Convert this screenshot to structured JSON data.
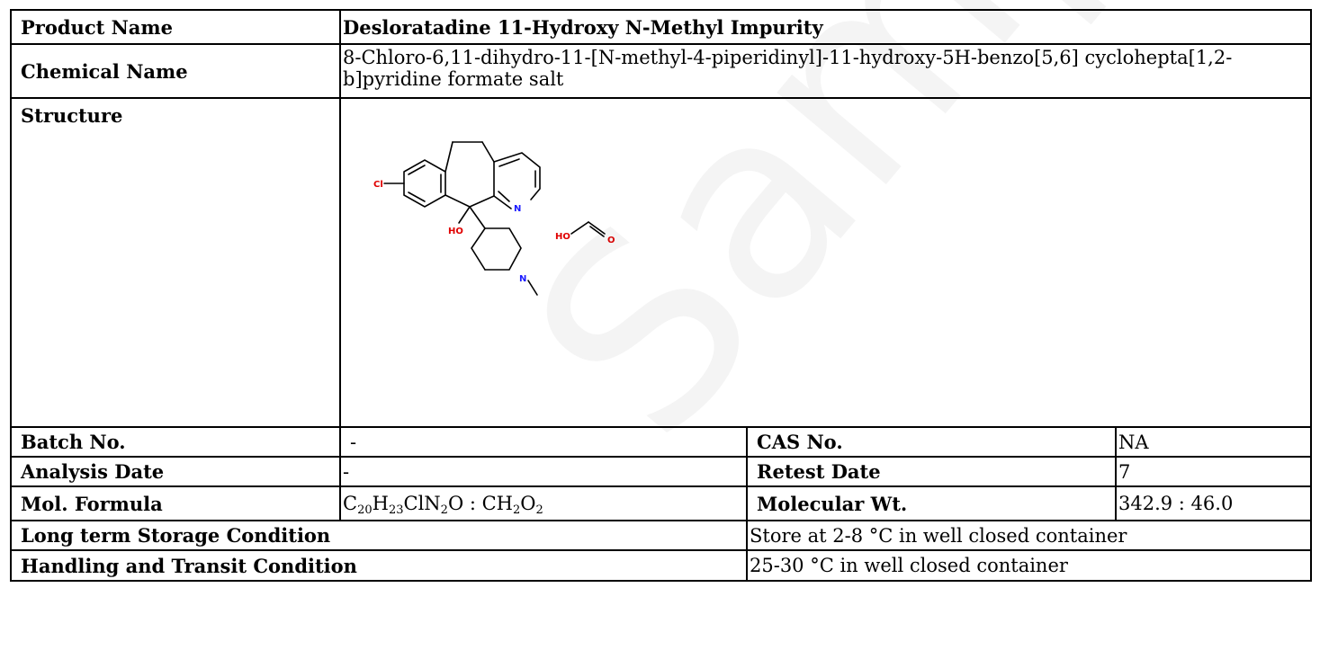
{
  "product": {
    "name_label": "Product Name",
    "name_value": "Desloratadine 11-Hydroxy N-Methyl Impurity",
    "chemical_label": "Chemical Name",
    "chemical_value": "8-Chloro-6,11-dihydro-11-[N-methyl-4-piperidinyl]-11-hydroxy-5H-benzo[5,6] cyclohepta[1,2-b]pyridine formate salt",
    "structure_label": "Structure"
  },
  "structure_atoms": {
    "cl": "Cl",
    "n_pyridine": "N",
    "oh": "HO",
    "n_piperidine": "N",
    "formate_ho": "HO",
    "formate_o": "O"
  },
  "details": {
    "batch_label": "Batch No.",
    "batch_value": "-",
    "cas_label": "CAS No.",
    "cas_value": "NA",
    "analysis_label": "Analysis Date",
    "analysis_value": "-",
    "retest_label": "Retest Date",
    "retest_value": "7",
    "formula_label": "Mol. Formula",
    "formula_parts": {
      "c1": "C",
      "c1_n": "20",
      "h1": "H",
      "h1_n": "23",
      "cln": "ClN",
      "n_n": "2",
      "o1": "O : CH",
      "h2_n": "2",
      "o2": "O",
      "o2_n": "2"
    },
    "molwt_label": "Molecular Wt.",
    "molwt_value": "342.9 : 46.0",
    "storage_label": "Long term Storage Condition",
    "storage_value": "Store at 2-8 °C in well closed container",
    "transit_label": "Handling and Transit Condition",
    "transit_value": "25-30 °C in well closed container"
  },
  "watermark": {
    "text": "Sample COA"
  },
  "colors": {
    "border": "#000000",
    "heteroatom_n": "#1a1aff",
    "heteroatom_o": "#e00000",
    "bond": "#000000"
  }
}
